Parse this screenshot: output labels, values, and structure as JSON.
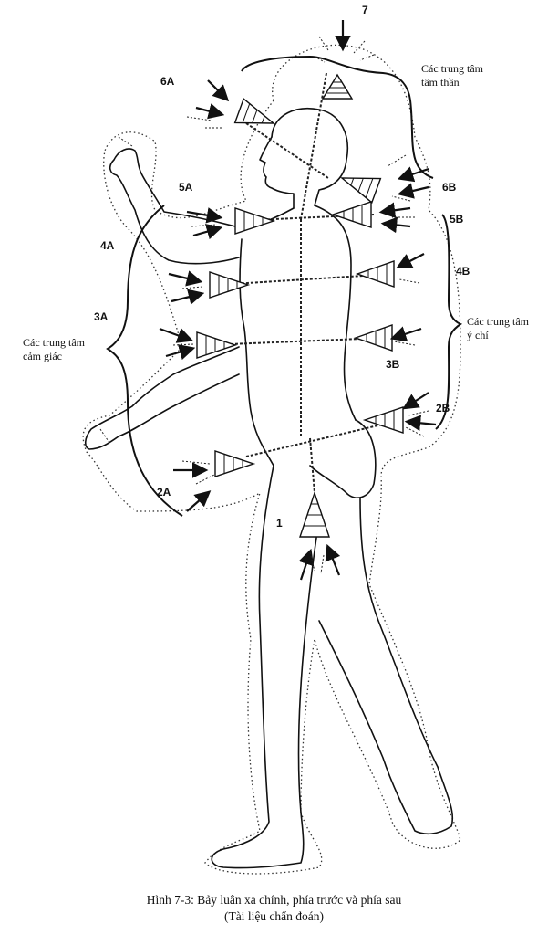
{
  "chakra_labels": {
    "c7": "7",
    "c6a": "6A",
    "c6b": "6B",
    "c5a": "5A",
    "c5b": "5B",
    "c4a": "4A",
    "c4b": "4B",
    "c3a": "3A",
    "c3b": "3B",
    "c2a": "2A",
    "c2b": "2B",
    "c1": "1"
  },
  "group_labels": {
    "mental_line1": "Các trung tâm",
    "mental_line2": "tâm thần",
    "will_line1": "Các trung tâm",
    "will_line2": "ý chí",
    "feeling_line1": "Các trung tâm",
    "feeling_line2": "cảm giác"
  },
  "caption": {
    "line1": "Hình 7-3: Bảy luân xa chính, phía trước và phía sau",
    "line2": "(Tài liệu chẩn đoán)"
  }
}
